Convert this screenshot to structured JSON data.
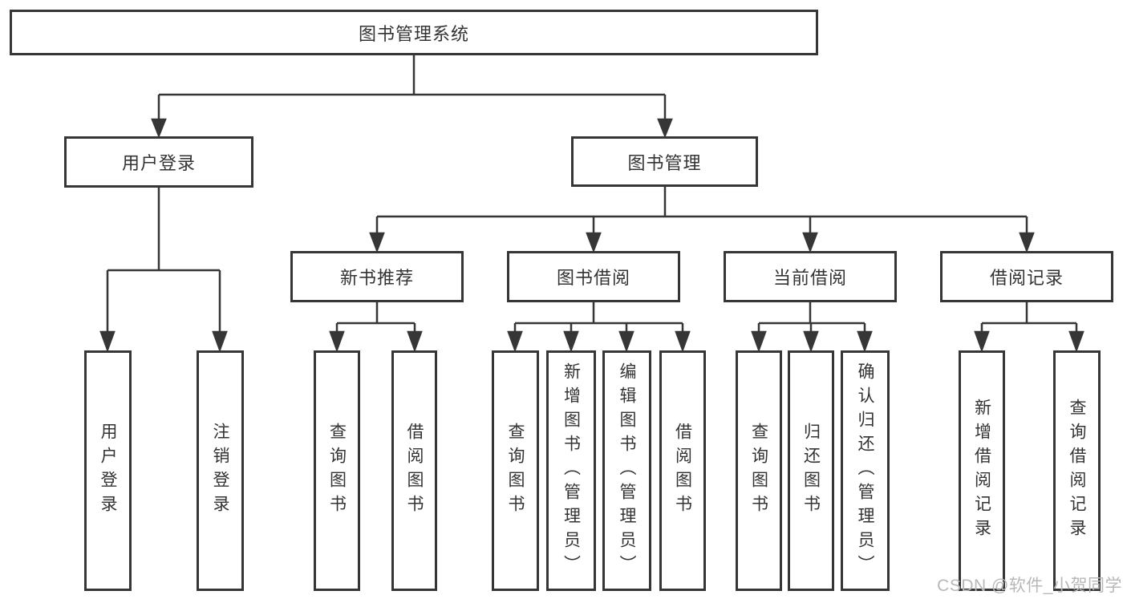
{
  "root": {
    "label": "图书管理系统"
  },
  "level2": {
    "user_login": {
      "label": "用户登录"
    },
    "book_mgmt": {
      "label": "图书管理"
    }
  },
  "level3": {
    "new_books": {
      "label": "新书推荐"
    },
    "borrow": {
      "label": "图书借阅"
    },
    "current": {
      "label": "当前借阅"
    },
    "records": {
      "label": "借阅记录"
    }
  },
  "leaves": {
    "user_login": [
      "用户登录",
      "注销登录"
    ],
    "new_books": [
      "查询图书",
      "借阅图书"
    ],
    "borrow": [
      "查询图书",
      "新增图书（管理员）",
      "编辑图书（管理员）",
      "借阅图书"
    ],
    "current": [
      "查询图书",
      "归还图书",
      "确认归还（管理员）"
    ],
    "records": [
      "新增借阅记录",
      "查询借阅记录"
    ]
  },
  "watermark": "CSDN @软件_小贺同学",
  "colors": {
    "line": "#363636",
    "text": "#333333",
    "watermark": "#b8b8b8"
  }
}
